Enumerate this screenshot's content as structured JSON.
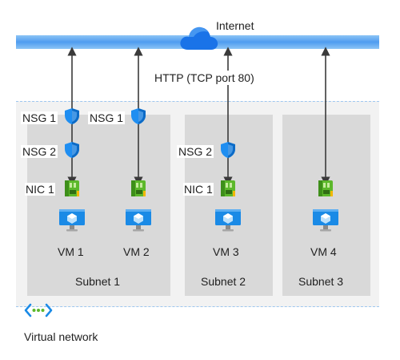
{
  "internet": {
    "label": "Internet",
    "icon": "cloud-icon",
    "color": "#1a73e8"
  },
  "http_label": "HTTP (TCP port 80)",
  "colors": {
    "internet_bar": "#4f9cf0",
    "subnet_fill": "#d9d9d9",
    "vnet_fill": "#f2f2f2",
    "nsg_blue": "#1f8ef1",
    "nic_green": "#5cb82b"
  },
  "subnets": [
    {
      "label": "Subnet 1",
      "vms": [
        {
          "label": "VM 1",
          "nsgs": [
            "NSG 1",
            "NSG 2"
          ],
          "nic": "NIC 1"
        },
        {
          "label": "VM 2",
          "nsgs": [
            "NSG 1"
          ],
          "nic": ""
        }
      ]
    },
    {
      "label": "Subnet 2",
      "vms": [
        {
          "label": "VM 3",
          "nsgs": [
            "NSG 2"
          ],
          "nic": "NIC 1"
        }
      ]
    },
    {
      "label": "Subnet 3",
      "vms": [
        {
          "label": "VM 4",
          "nsgs": [],
          "nic": ""
        }
      ]
    }
  ],
  "vnet_label": "Virtual network"
}
